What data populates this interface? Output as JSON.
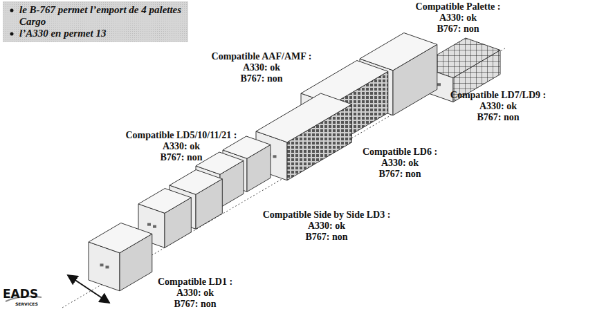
{
  "diagram": {
    "nodes": [
      {
        "text": [
          "le B-767 permet l’emport de 4 palettes Cargo",
          "l’A330 en permet 13"
        ]
      }
    ],
    "labels": [
      "Compatible Palette :",
      "A330: ok",
      "B767: non",
      "Compatible AAF/AMF :",
      "A330: ok",
      "B767: non",
      "Compatible LD7/LD9 :",
      "A330: ok",
      "B767: non",
      "Compatible LD5/10/11/21 :",
      "A330: ok",
      "B767: non",
      "Compatible LD6 :",
      "A330: ok",
      "B767: non",
      "Compatible Side by Side LD3 :",
      "A330: ok",
      "B767: non",
      "Compatible LD1 :",
      "A330: ok",
      "B767: non",
      "EADS",
      "SERVICES"
    ]
  }
}
